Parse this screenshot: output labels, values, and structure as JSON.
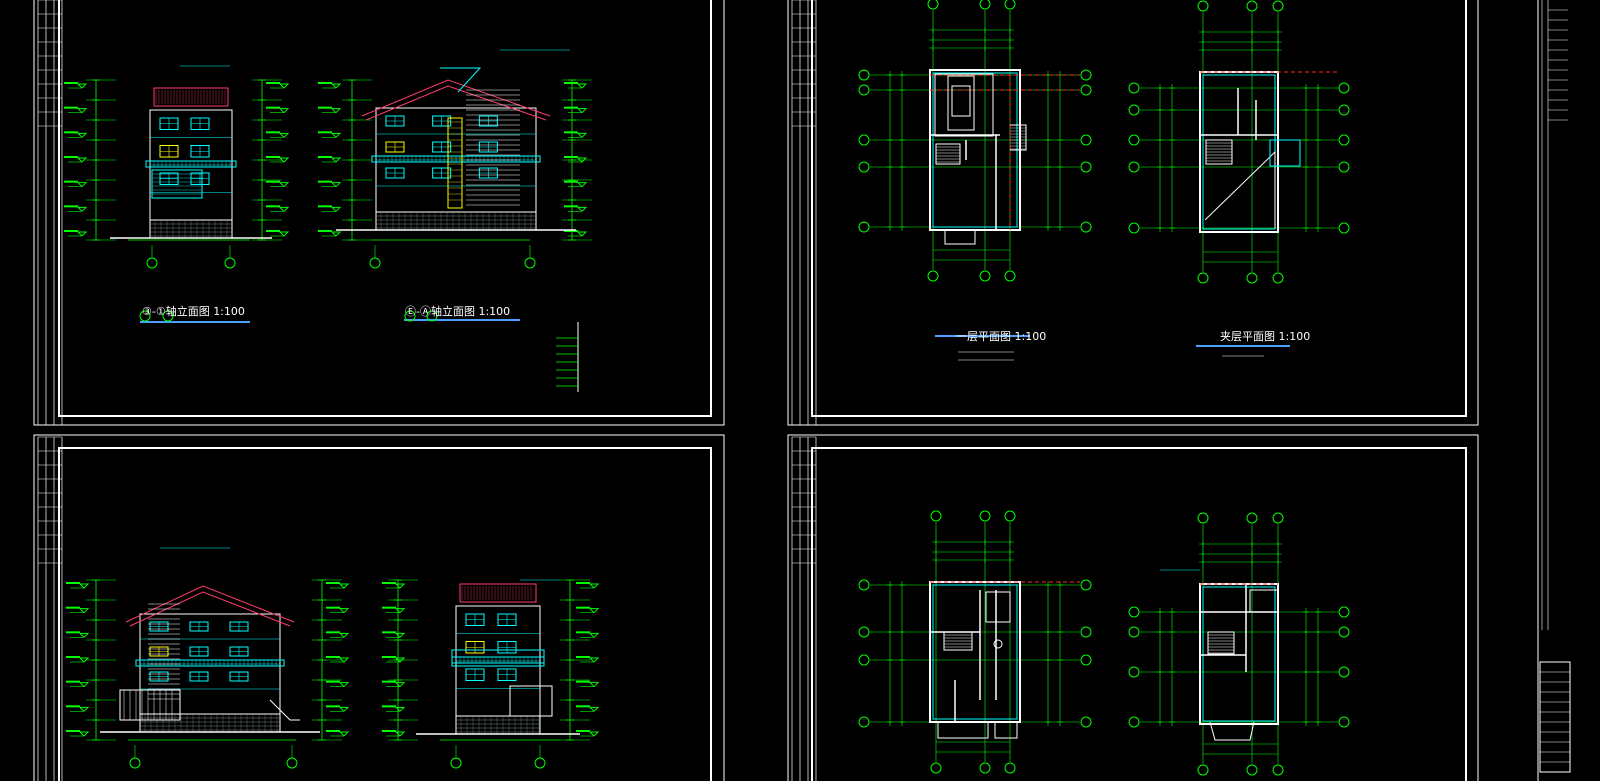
{
  "canvas": {
    "background": "#000000"
  },
  "colors": {
    "frame": "#ffffff",
    "dimension": "#00ff00",
    "outline": "#ffffff",
    "roof": "#ff3b6b",
    "detail": "#00ffff",
    "accent": "#ffff00",
    "axis_line": "#ff2a2a",
    "title_underline": "#4aa0ff"
  },
  "sheets": [
    {
      "id": "sheet-elevations-top",
      "titles": [
        "③-①轴立面图 1:100",
        "Ⓔ-Ⓐ轴立面图 1:100"
      ]
    },
    {
      "id": "sheet-plans-top",
      "titles": [
        "一层平面图 1:100",
        "夹层平面图 1:100"
      ]
    },
    {
      "id": "sheet-elevations-bottom",
      "titles": []
    },
    {
      "id": "sheet-plans-bottom",
      "titles": []
    }
  ]
}
